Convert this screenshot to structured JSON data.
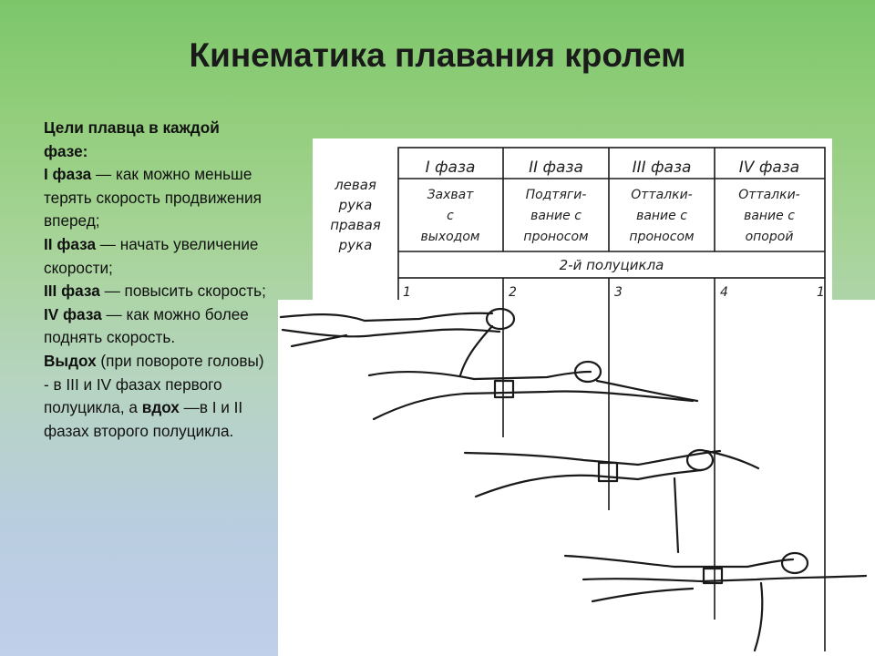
{
  "slide": {
    "title": "Кинематика плавания кролем"
  },
  "text": {
    "goals_heading": "Цели плавца в каждой фазе:",
    "phase1_label": "I фаза",
    "phase1_text": " — как можно меньше терять скорость продвижения вперед;",
    "phase2_label": "II фаза",
    "phase2_text": " — начать увеличение скорости;",
    "phase3_label": "III фаза",
    "phase3_text": " — повысить скорость;",
    "phase4_label": "IV фаза",
    "phase4_text": " — как можно более поднять скорость.",
    "exhale_label": "Выдох",
    "exhale_text": " (при повороте головы) - в III и IV фазах первого полуцикла, а ",
    "inhale_label": "вдох",
    "inhale_text": " —в I и II фазах второго полуцикла."
  },
  "table": {
    "row_labels": [
      "левая",
      "рука",
      "правая",
      "рука"
    ],
    "headers": [
      "I фаза",
      "II фаза",
      "III фаза",
      "IV фаза"
    ],
    "cells": [
      [
        "Захват",
        "с",
        "выходом"
      ],
      [
        "Подтяги-",
        "вание с",
        "проносом"
      ],
      [
        "Отталки-",
        "вание с",
        "проносом"
      ],
      [
        "Отталки-",
        "вание с",
        "опорой"
      ]
    ],
    "half_cycle": "2-й полуцикла",
    "markers": [
      "1",
      "2",
      "3",
      "4",
      "1"
    ]
  },
  "colors": {
    "title": "#1a1a1a",
    "bg_top": "#7cc66a",
    "bg_bottom": "#c0cfea",
    "figure_bg": "#ffffff"
  }
}
